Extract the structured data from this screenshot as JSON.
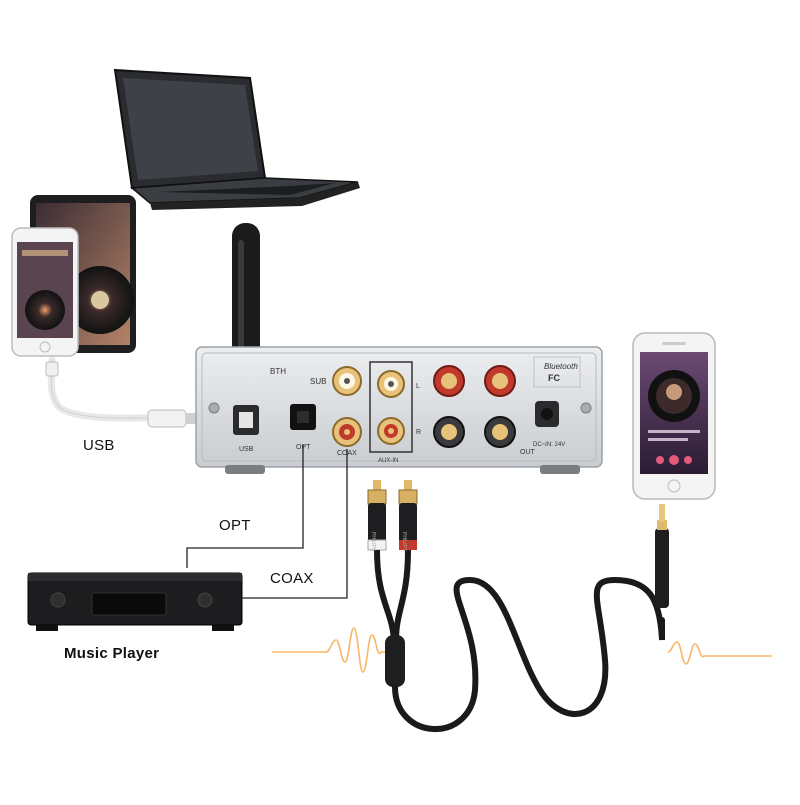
{
  "labels": {
    "usb": "USB",
    "opt": "OPT",
    "coax": "COAX",
    "music_player": "Music Player"
  },
  "panel": {
    "bth": "BTH",
    "sub": "SUB",
    "usb": "USB",
    "opt": "OPT",
    "coax": "COAX",
    "aux": "AUX-IN",
    "out": "OUT",
    "dc": "DC~IN: 24V",
    "bluetooth": "Bluetooth",
    "fc": "FC",
    "l": "L",
    "r": "R"
  },
  "cable": {
    "brand": "PHILIPS"
  },
  "colors": {
    "audio_wave": "#f5b86a",
    "chassis": "#d9dbdd",
    "rca_red": "#c0392b",
    "rca_gold": "#e0b96a",
    "cable": "#1a1a1a"
  }
}
